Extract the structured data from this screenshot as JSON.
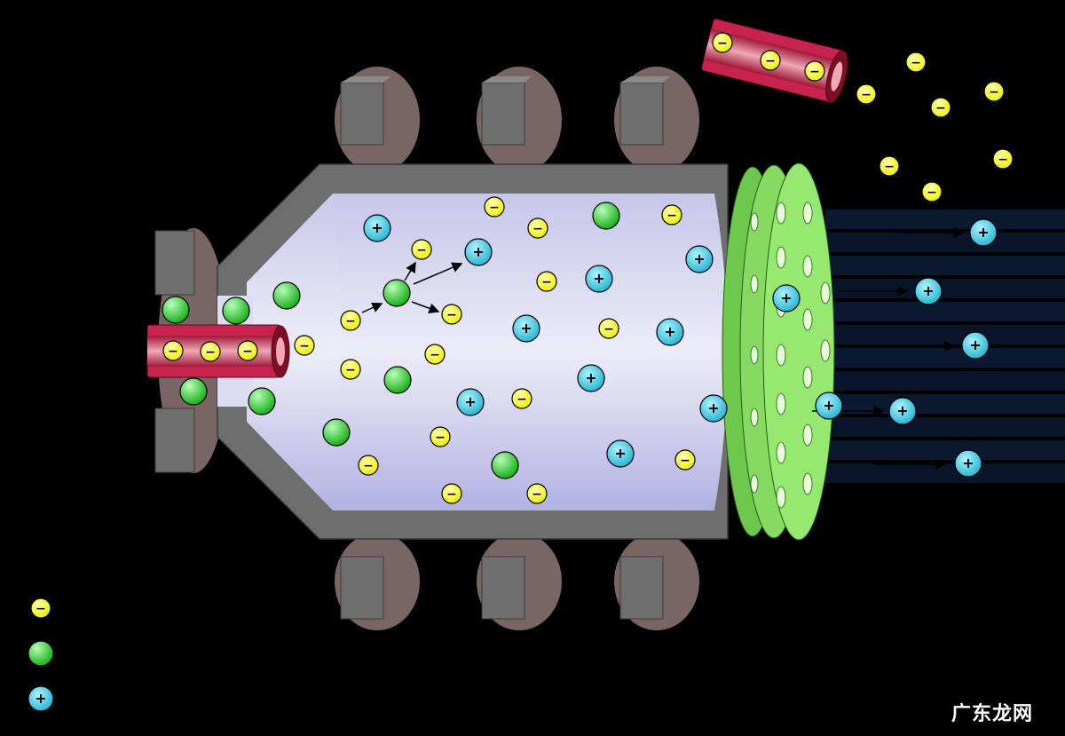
{
  "watermark": "广东龙网",
  "particles": {
    "electron": {
      "fill": "#f5f500",
      "symbol": "−"
    },
    "neutral": {
      "fill": "#22cc22"
    },
    "ion": {
      "fill": "#34c6e0",
      "symbol": "+"
    }
  },
  "colors": {
    "background": "#000000",
    "chamber_fill": "#dcdcf2",
    "chamber_wall": "#707070",
    "magnet_block": "#6e6e6e",
    "magnet_ring": "#7a6565",
    "cathode_tube": "#c7234c",
    "grid": "#8ee36a",
    "beam": "#0a1a38"
  },
  "legend": [
    {
      "type": "electron",
      "label": ""
    },
    {
      "type": "neutral",
      "label": ""
    },
    {
      "type": "ion",
      "label": ""
    }
  ]
}
